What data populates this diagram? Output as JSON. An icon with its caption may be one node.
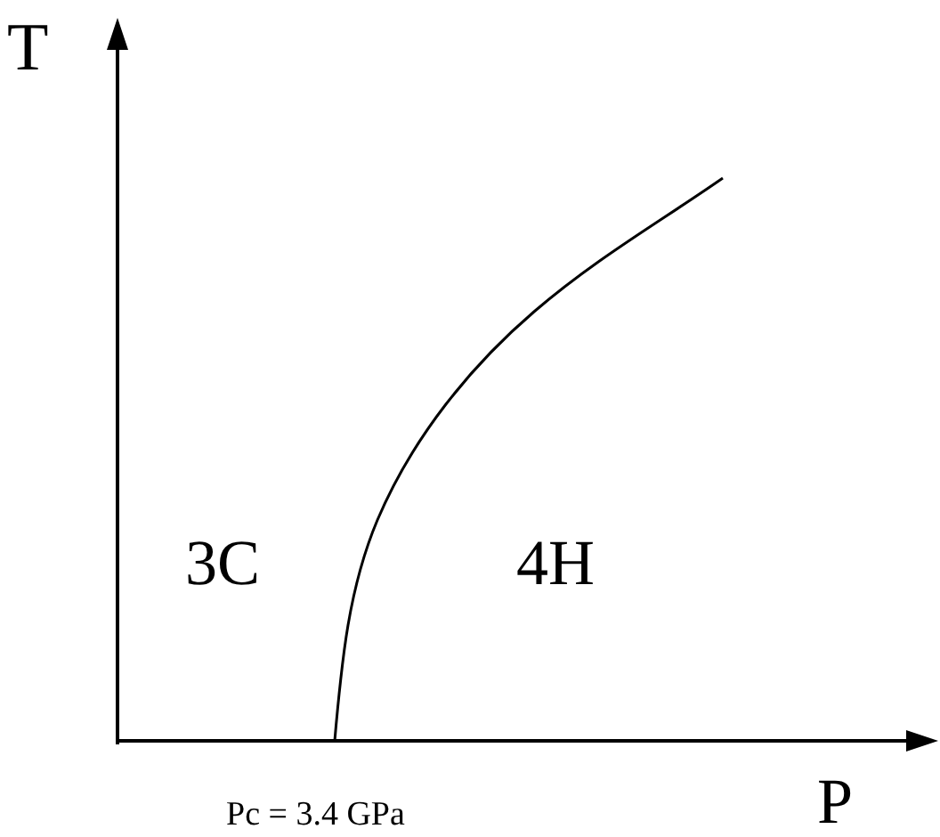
{
  "diagram": {
    "labels": [
      "T",
      "3C",
      "4H",
      "Pc = 3.4 GPa",
      "P"
    ]
  }
}
